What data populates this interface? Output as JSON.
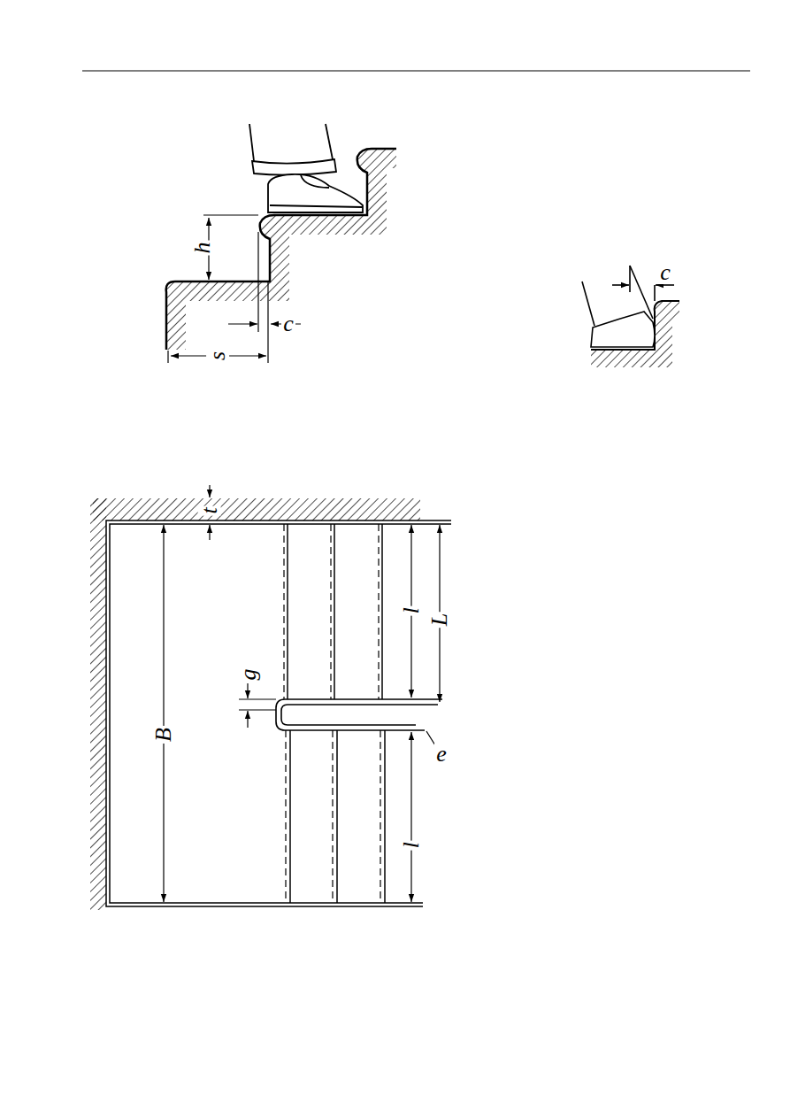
{
  "diagram": {
    "labels": [
      "h",
      "c",
      "s",
      "c",
      "t",
      "B",
      "g",
      "l",
      "L",
      "e",
      "l"
    ]
  }
}
